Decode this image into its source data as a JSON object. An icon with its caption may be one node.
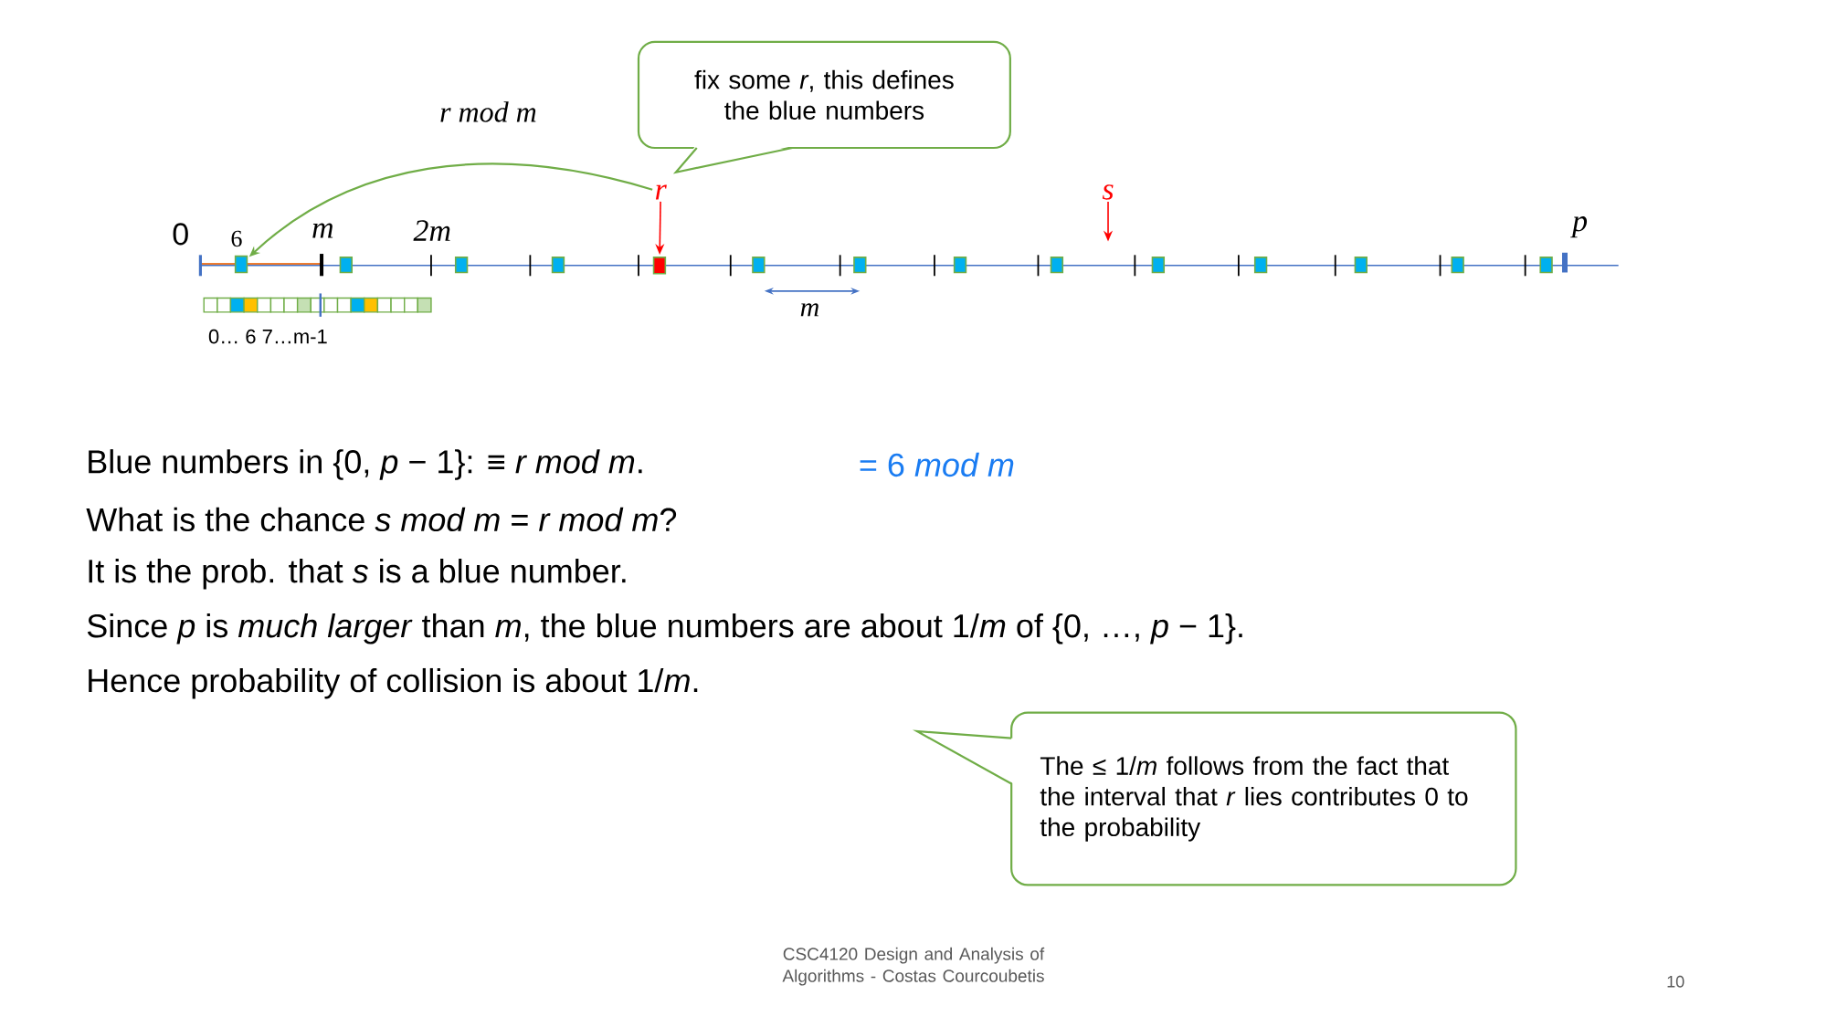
{
  "diagram": {
    "nodes": [
      {
        "text": [
          "fix some *r*, this defines the blue numbers"
        ]
      },
      {
        "text": [
          "*r*"
        ]
      },
      {
        "text": [],
        "shape": "box"
      },
      {
        "text": [],
        "shape": "box",
        "beside": [
          "6"
        ]
      },
      {
        "text": [
          "*s*"
        ]
      },
      {
        "text": [
          "The ≤ 1/*m* follows from the fact that the interval that *r* lies contributes 0 to the probability"
        ]
      }
    ],
    "edges": [
      {
        "from": 1,
        "to": 2,
        "arrow": "to",
        "color": "#ff0000"
      },
      {
        "from": 1,
        "to": 3,
        "arrow": "to",
        "label": "*r mod m*",
        "color": "#70ad47"
      },
      {
        "from": 4,
        "to": null,
        "arrow": "to",
        "color": "#ff0000"
      }
    ],
    "labels": [
      "0",
      "*m*",
      "*2m*",
      "*p*",
      "*m*",
      "0… 6 7…m-1",
      "Blue numbers in {0, *p* − 1}: ≡ *r mod m*.",
      "= 6 *mod m*",
      "What is the chance *s mod m* = *r mod m*?",
      "It is the prob. that *s* is a blue number.",
      "Since *p* is *much larger* than *m*, the blue numbers are about 1/*m* of {0, …, *p* − 1}.",
      "Hence probability of collision is about 1/*m*.",
      "CSC4120 Design and Analysis of Algorithms - Costas Courcoubetis",
      "10"
    ]
  }
}
